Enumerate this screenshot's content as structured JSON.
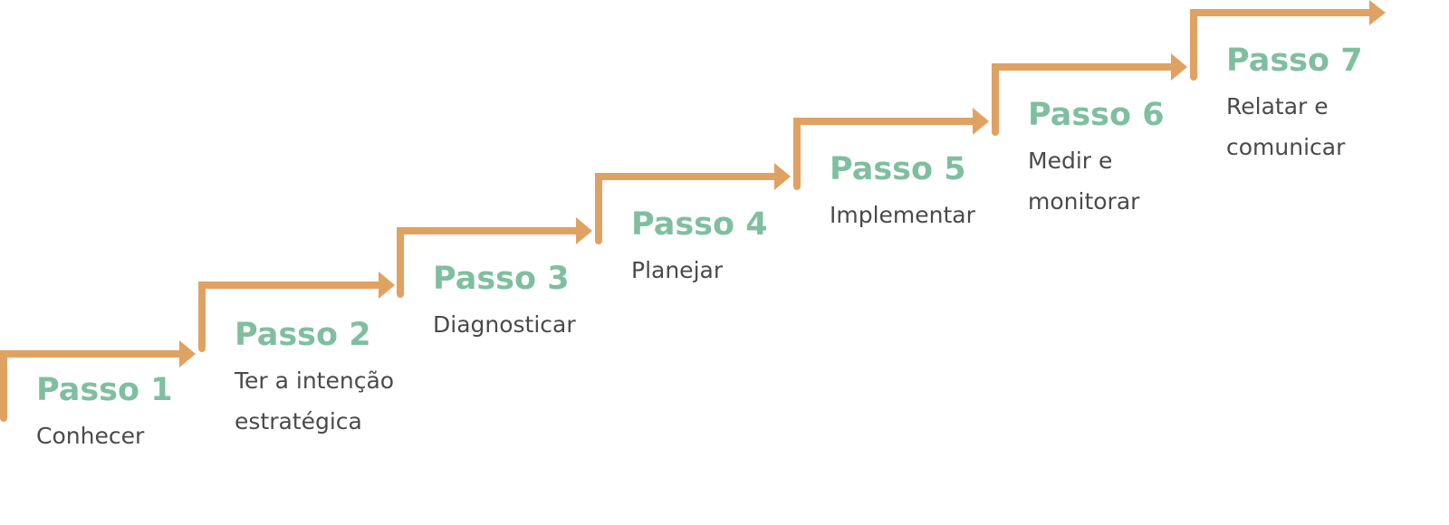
{
  "colors": {
    "arrow": "#e0a262",
    "title": "#7fbfa0",
    "description": "#4a4a4a"
  },
  "steps": [
    {
      "title": "Passo 1",
      "description": "Conhecer"
    },
    {
      "title": "Passo 2",
      "description": "Ter a intenção\nestratégica"
    },
    {
      "title": "Passo 3",
      "description": "Diagnosticar"
    },
    {
      "title": "Passo 4",
      "description": "Planejar"
    },
    {
      "title": "Passo 5",
      "description": "Implementar"
    },
    {
      "title": "Passo 6",
      "description": "Medir e\nmonitorar"
    },
    {
      "title": "Passo 7",
      "description": "Relatar e\ncomunicar"
    }
  ]
}
